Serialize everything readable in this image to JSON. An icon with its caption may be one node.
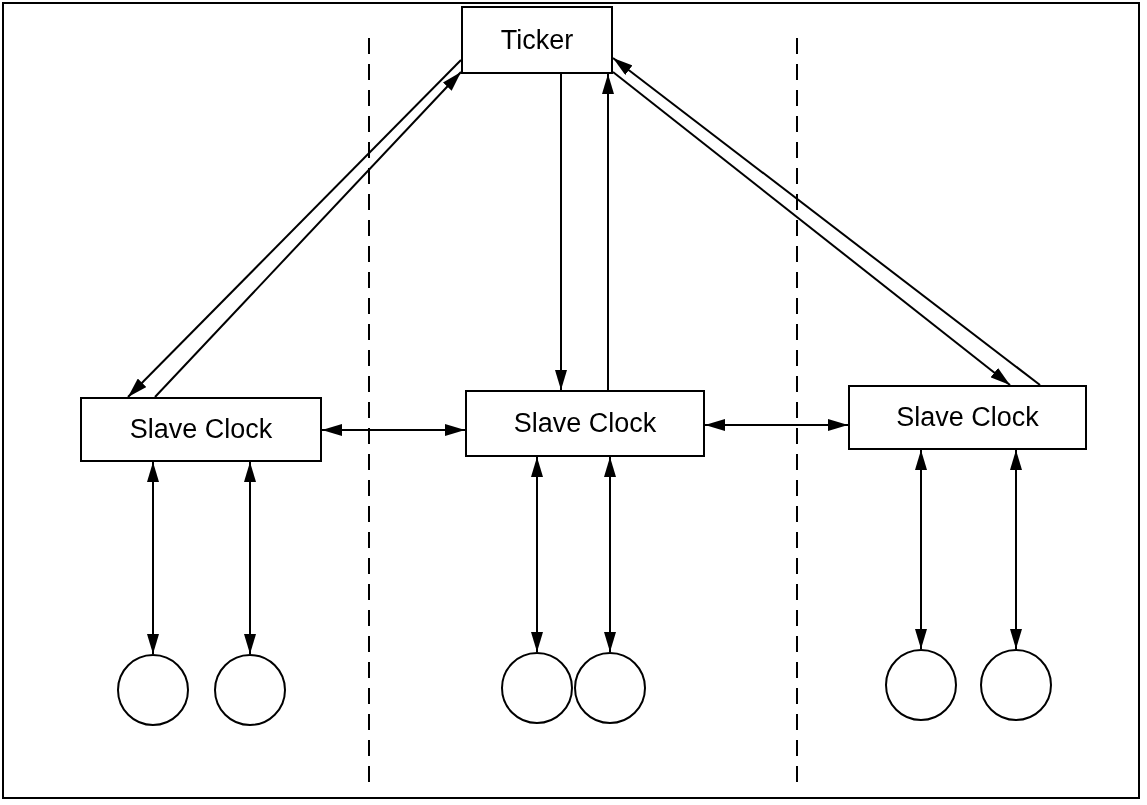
{
  "diagram": {
    "nodes": [
      {
        "text": [
          "Ticker"
        ]
      },
      {
        "text": [
          "Slave Clock"
        ]
      },
      {
        "text": [
          "Slave Clock"
        ]
      },
      {
        "text": [
          "Slave Clock"
        ]
      },
      {
        "text": [],
        "shape": "circle"
      },
      {
        "text": [],
        "shape": "circle"
      },
      {
        "text": [],
        "shape": "circle"
      },
      {
        "text": [],
        "shape": "circle"
      },
      {
        "text": [],
        "shape": "circle"
      },
      {
        "text": [],
        "shape": "circle"
      }
    ],
    "edges": [
      {
        "from": 0,
        "to": 1,
        "arrow": "to"
      },
      {
        "from": 1,
        "to": 0,
        "arrow": "to"
      },
      {
        "from": 0,
        "to": 2,
        "arrow": "to"
      },
      {
        "from": 2,
        "to": 0,
        "arrow": "to"
      },
      {
        "from": 0,
        "to": 3,
        "arrow": "to"
      },
      {
        "from": 3,
        "to": 0,
        "arrow": "to"
      },
      {
        "from": 1,
        "to": 2,
        "arrow": "both"
      },
      {
        "from": 2,
        "to": 3,
        "arrow": "both"
      },
      {
        "from": 1,
        "to": 4,
        "arrow": "both"
      },
      {
        "from": 1,
        "to": 5,
        "arrow": "both"
      },
      {
        "from": 2,
        "to": 6,
        "arrow": "both"
      },
      {
        "from": 2,
        "to": 7,
        "arrow": "both"
      },
      {
        "from": 3,
        "to": 8,
        "arrow": "both"
      },
      {
        "from": 3,
        "to": 9,
        "arrow": "both"
      }
    ]
  }
}
